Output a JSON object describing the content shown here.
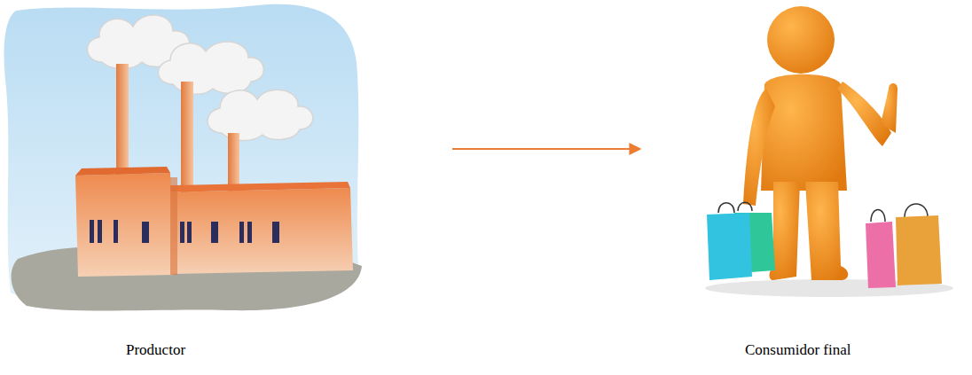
{
  "diagram": {
    "nodes": [
      {
        "text": [
          "Productor"
        ]
      },
      {
        "text": [
          "Consumidor final"
        ]
      }
    ],
    "edges": [
      {
        "from": 0,
        "to": 1,
        "arrow": "to"
      }
    ]
  }
}
